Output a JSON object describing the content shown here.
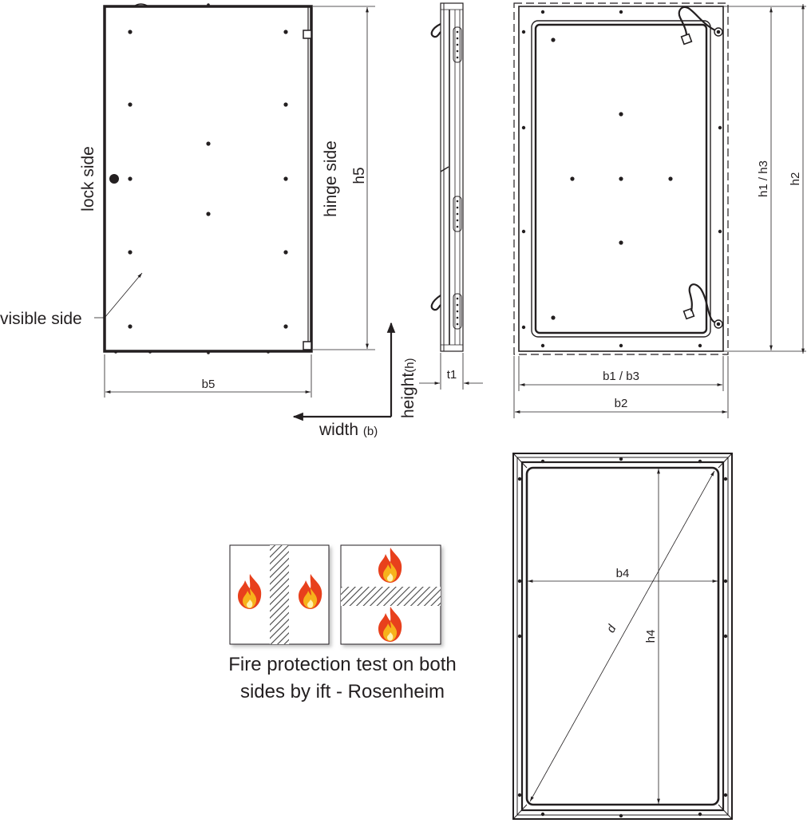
{
  "front_view": {
    "lock_side": "lock side",
    "hinge_side": "hinge side",
    "h5": "h5",
    "visible_side": "visible side",
    "b5": "b5"
  },
  "axes": {
    "height": "height",
    "height_unit": "(h)",
    "width": "width",
    "width_unit": "(b)"
  },
  "side_view": {
    "t1": "t1"
  },
  "frame_view": {
    "h1_h3": "h1 / h3",
    "h2": "h2",
    "b1_b3": "b1 / b3",
    "b2": "b2"
  },
  "opening_view": {
    "b4": "b4",
    "h4": "h4",
    "d": "d"
  },
  "fire_test": {
    "caption_line1": "Fire protection test on both",
    "caption_line2": "sides by ift - Rosenheim"
  },
  "colors": {
    "line": "#231f20",
    "flame_outer": "#e8401c",
    "flame_inner": "#f7b21b",
    "hatch": "#555555"
  }
}
